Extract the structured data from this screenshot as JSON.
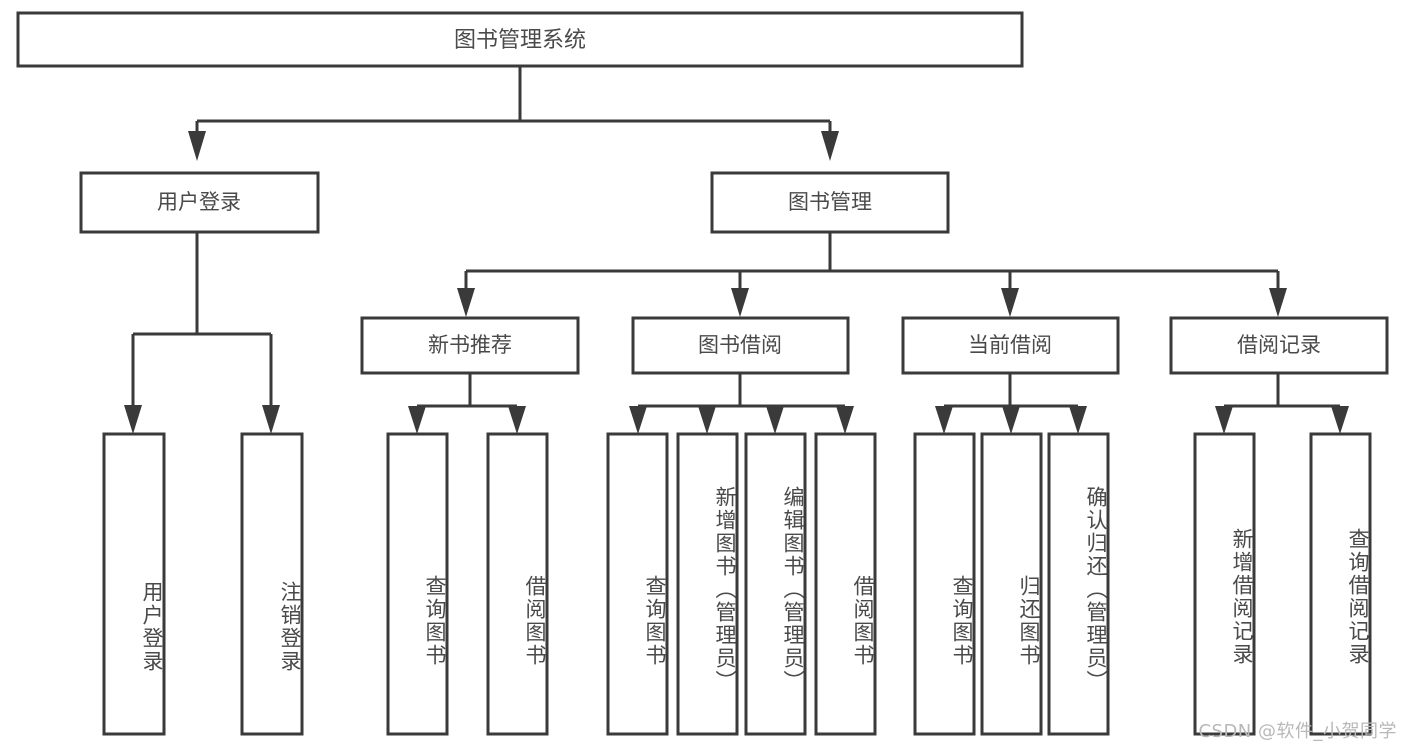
{
  "diagram": {
    "type": "tree-hierarchy",
    "title": "图书管理系统",
    "watermark": "CSDN @软件_小贺同学",
    "colors": {
      "stroke": "#3a3a3a",
      "box_fill": "#ffffff",
      "text": "#4a4a4a",
      "background": "#ffffff",
      "watermark": "#b8b8b8"
    },
    "levels": [
      {
        "level": 1,
        "nodes": [
          {
            "id": "root",
            "label": "图书管理系统",
            "orientation": "horizontal"
          }
        ]
      },
      {
        "level": 2,
        "nodes": [
          {
            "id": "login",
            "label": "用户登录",
            "orientation": "horizontal",
            "parent": "root"
          },
          {
            "id": "bookmgmt",
            "label": "图书管理",
            "orientation": "horizontal",
            "parent": "root"
          }
        ]
      },
      {
        "level": 3,
        "nodes": [
          {
            "id": "newbook",
            "label": "新书推荐",
            "orientation": "horizontal",
            "parent": "bookmgmt"
          },
          {
            "id": "borrow",
            "label": "图书借阅",
            "orientation": "horizontal",
            "parent": "bookmgmt"
          },
          {
            "id": "current",
            "label": "当前借阅",
            "orientation": "horizontal",
            "parent": "bookmgmt"
          },
          {
            "id": "records",
            "label": "借阅记录",
            "orientation": "horizontal",
            "parent": "bookmgmt"
          }
        ]
      },
      {
        "level": 4,
        "nodes": [
          {
            "id": "leaf-1",
            "label": "用户登录",
            "orientation": "vertical",
            "parent": "login"
          },
          {
            "id": "leaf-2",
            "label": "注销登录",
            "orientation": "vertical",
            "parent": "login"
          },
          {
            "id": "leaf-3",
            "label": "查询图书",
            "orientation": "vertical",
            "parent": "newbook"
          },
          {
            "id": "leaf-4",
            "label": "借阅图书",
            "orientation": "vertical",
            "parent": "newbook"
          },
          {
            "id": "leaf-5",
            "label": "查询图书",
            "orientation": "vertical",
            "parent": "borrow"
          },
          {
            "id": "leaf-6",
            "label": "新增图书（管理员）",
            "orientation": "vertical",
            "parent": "borrow"
          },
          {
            "id": "leaf-7",
            "label": "编辑图书（管理员）",
            "orientation": "vertical",
            "parent": "borrow"
          },
          {
            "id": "leaf-8",
            "label": "借阅图书",
            "orientation": "vertical",
            "parent": "borrow"
          },
          {
            "id": "leaf-9",
            "label": "查询图书",
            "orientation": "vertical",
            "parent": "current"
          },
          {
            "id": "leaf-10",
            "label": "归还图书",
            "orientation": "vertical",
            "parent": "current"
          },
          {
            "id": "leaf-11",
            "label": "确认归还（管理员）",
            "orientation": "vertical",
            "parent": "current"
          },
          {
            "id": "leaf-12",
            "label": "新增借阅记录",
            "orientation": "vertical",
            "parent": "records"
          },
          {
            "id": "leaf-13",
            "label": "查询借阅记录",
            "orientation": "vertical",
            "parent": "records"
          }
        ]
      }
    ]
  }
}
